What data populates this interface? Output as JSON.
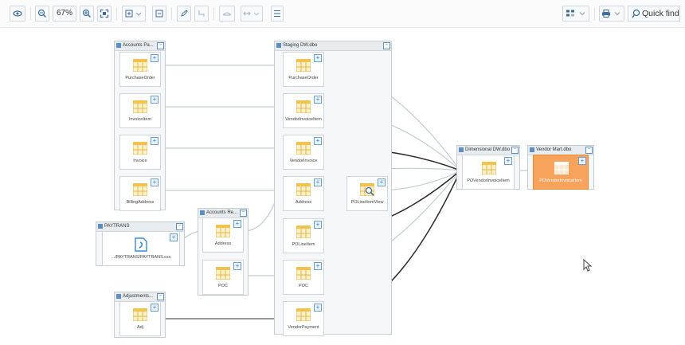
{
  "toolbar": {
    "zoom_label": "67%",
    "quick_find_label": "Quick find"
  },
  "colors": {
    "accent": "#3d6c9e",
    "selected_node": "#f7a35c",
    "link": "#c3cdcf",
    "link_strong": "#2b2b2b"
  },
  "groups": {
    "accounts_payable": "Accounts Pa...",
    "staging_dw": "Staging DW.dbo",
    "paytrans": "PAYTRANS",
    "accounts_rec": "Accounts Re...",
    "adjustments": "Adjustments...",
    "dimensional_dw": "Dimensional DW.dbo",
    "vendor_mart": "Vendor Mart.dbo"
  },
  "nodes": {
    "ap_purchaseorder": "PurchaseOrder",
    "ap_invoiceitem": "InvoiceItem",
    "ap_invoice": "Invoice",
    "ap_billingaddress": "BillingAddress",
    "paytrans_file": ".../PAYTRANS/PAYTRANS.csv",
    "ar_address": "Address",
    "ar_poc": "POC",
    "adj_adj": "Adj",
    "st_purchaseorder": "PurchaseOrder",
    "st_vendorinvoiceitem": "VendorInvoiceItem",
    "st_vendorinvoice": "VendorInvoice",
    "st_address": "Address",
    "st_polineitemview": "POLineItemView",
    "st_polineitem": "POLineItem",
    "st_poc": "POC",
    "st_vendorpayment": "VendorPayment",
    "dw_povendorinvoiceitem": "POVendorInvoiceItem",
    "vm_povendorinvoiceitem": "POVendorInvoiceItem"
  },
  "icons": {
    "view": "eye-icon",
    "zoom_out": "zoom-out-icon",
    "zoom_in": "zoom-in-icon",
    "fit": "fit-to-screen-icon",
    "expand": "expand-icon",
    "collapse": "collapse-icon",
    "edit": "pencil-icon",
    "route": "route-icon",
    "link": "link-icon",
    "arrows": "arrows-icon",
    "menu": "menu-icon",
    "layout": "layout-icon",
    "print": "print-icon",
    "search": "search-icon"
  }
}
